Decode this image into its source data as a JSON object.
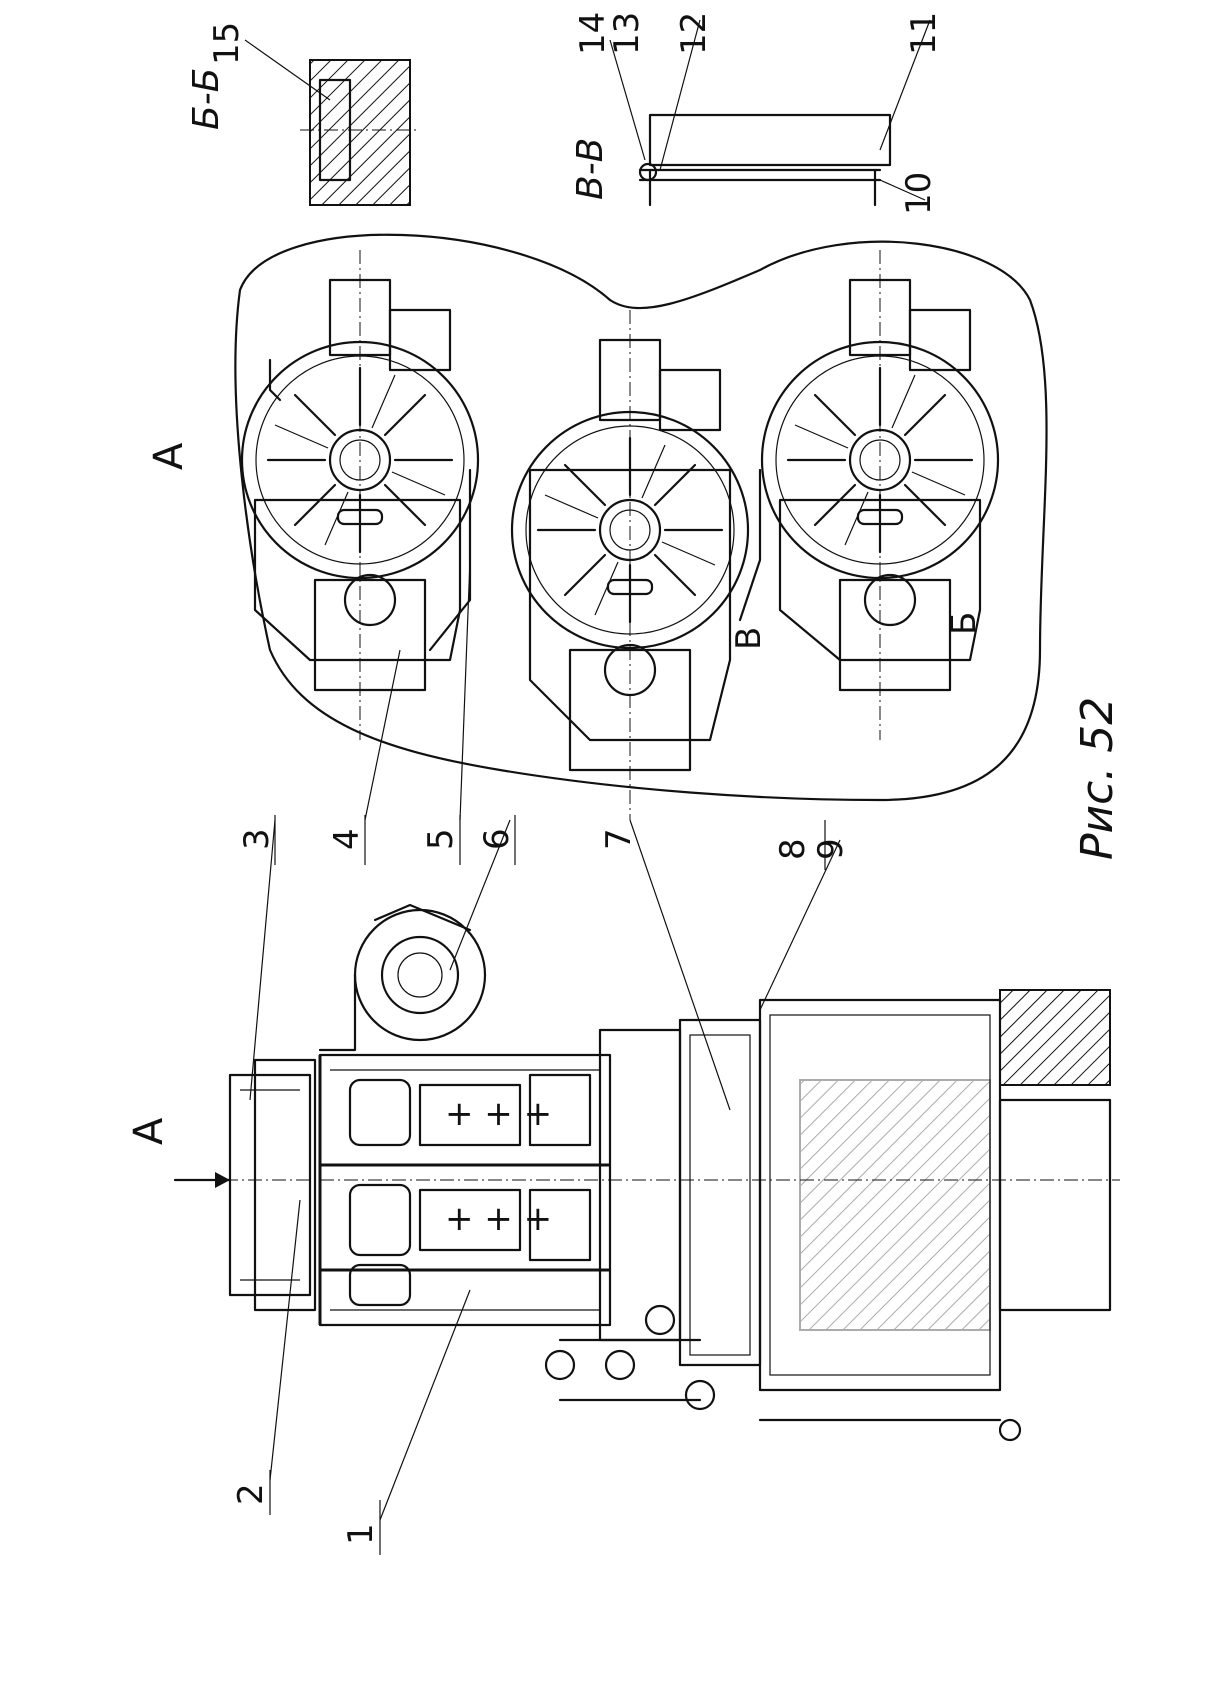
{
  "figure": {
    "caption": "Рис. 52",
    "view_marker": "А",
    "view_arrow_label": "А",
    "sections": {
      "bb_title": "Б-Б",
      "vv_title": "В-В",
      "cut_b": "Б",
      "cut_v": "В"
    },
    "callouts": [
      "1",
      "2",
      "3",
      "4",
      "5",
      "6",
      "7",
      "8",
      "9",
      "10",
      "11",
      "12",
      "13",
      "14",
      "15"
    ]
  }
}
